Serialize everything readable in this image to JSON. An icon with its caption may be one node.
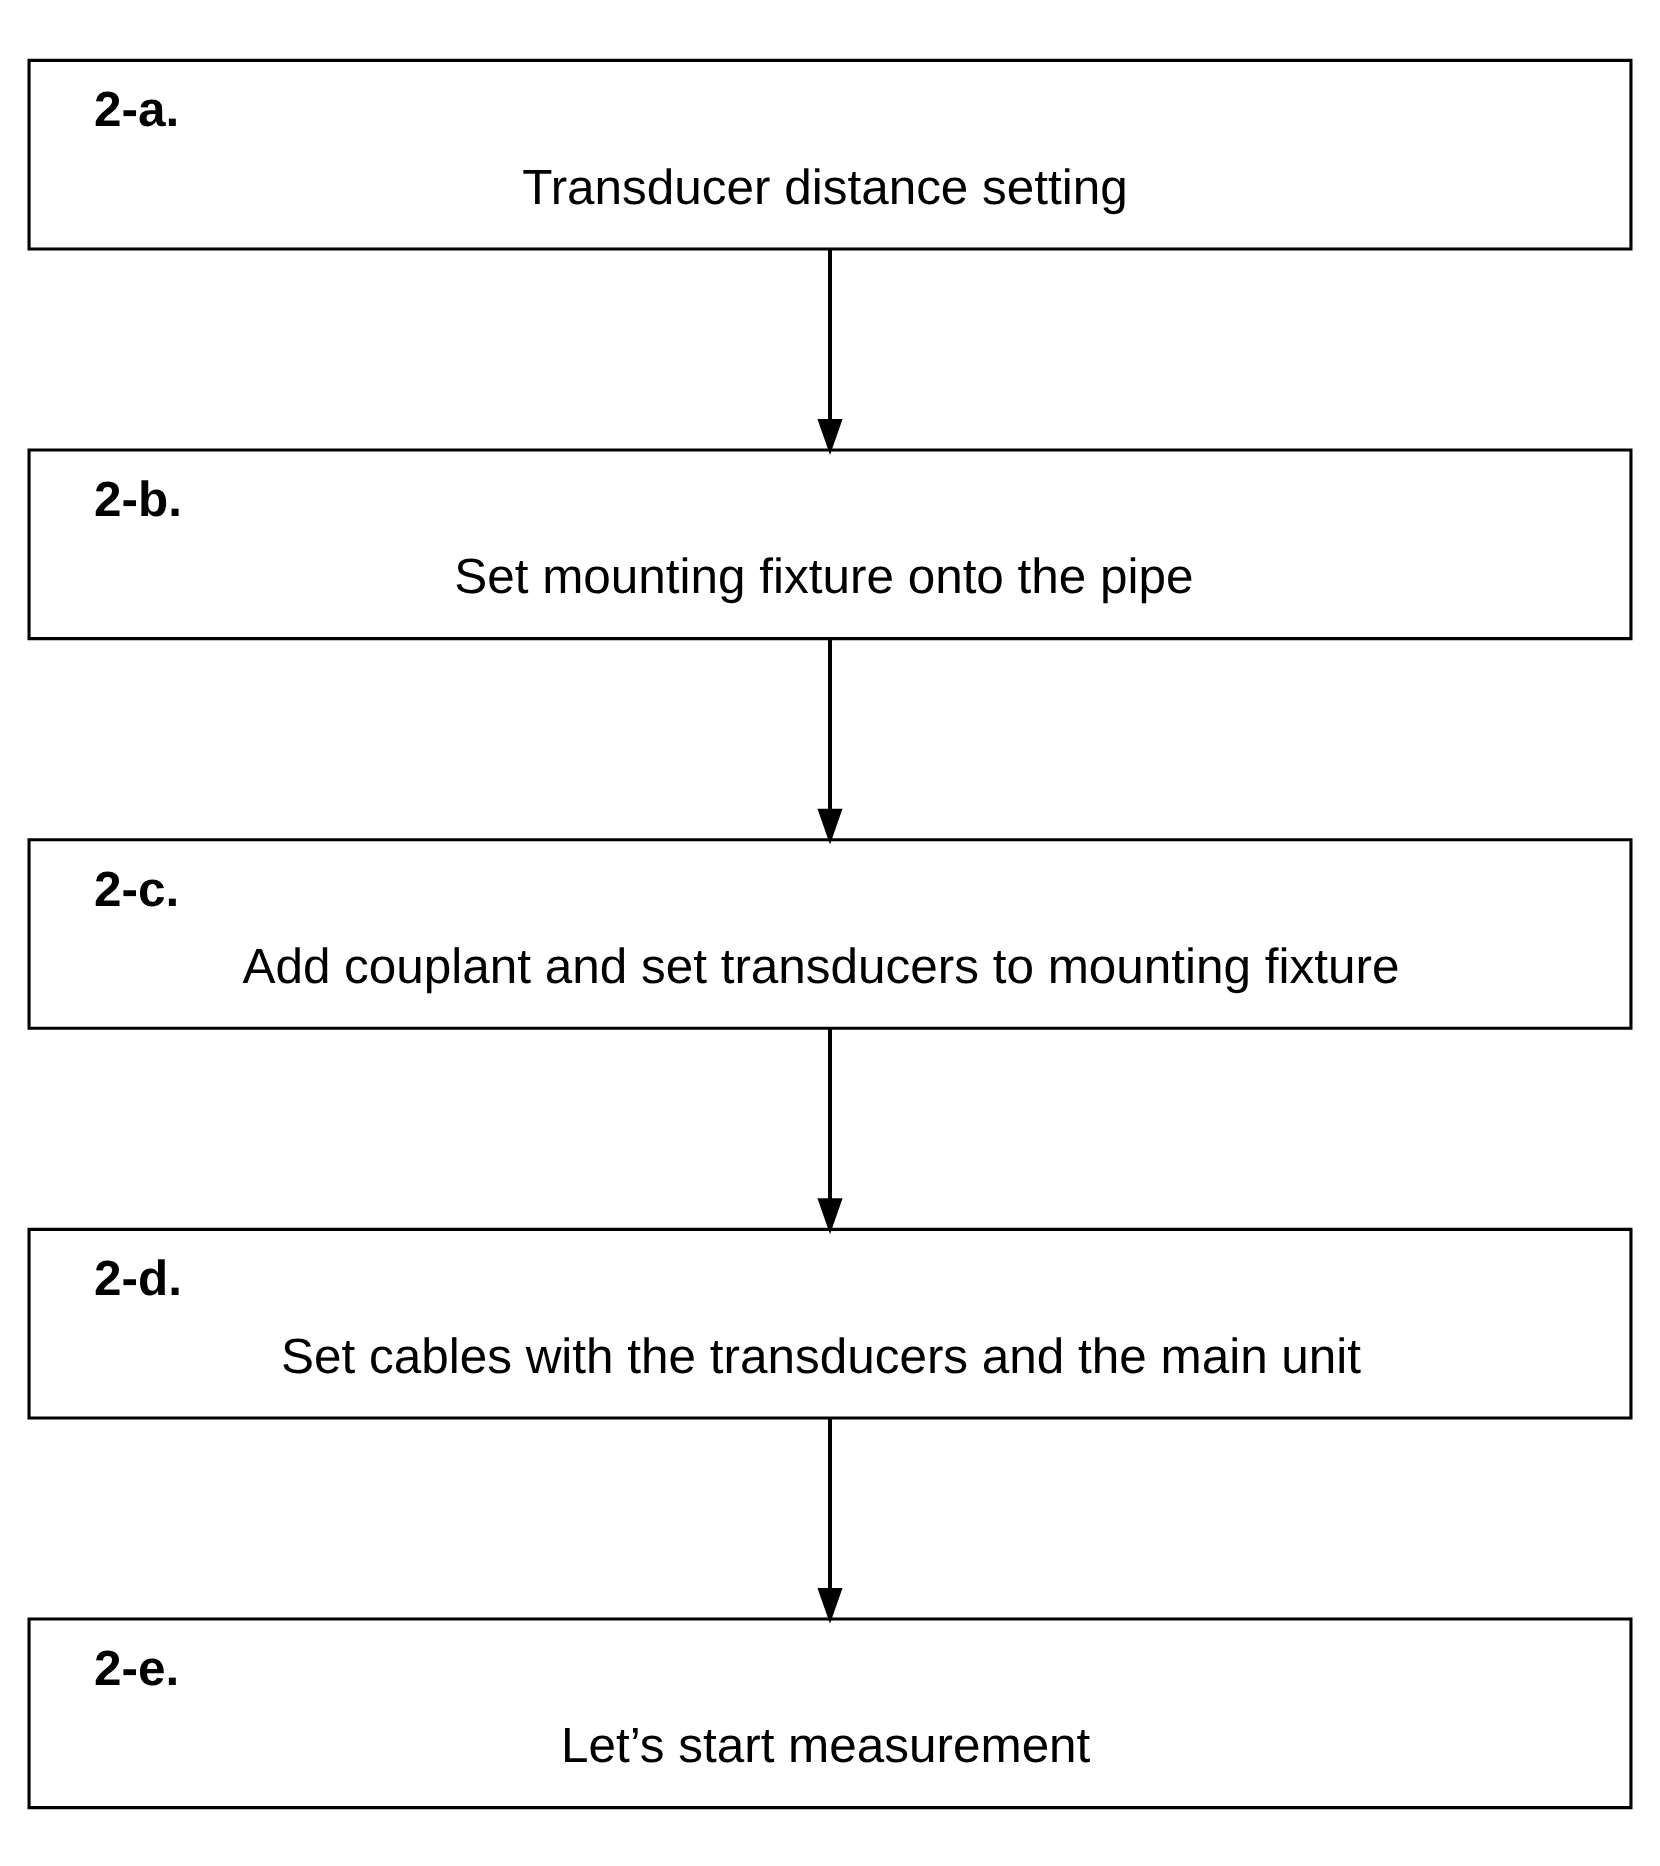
{
  "diagram": {
    "nodes": [
      {
        "text": [
          "2-a.",
          "Transducer distance setting"
        ]
      },
      {
        "text": [
          "2-b.",
          "Set mounting fixture onto the pipe"
        ]
      },
      {
        "text": [
          "2-c.",
          "Add couplant and set transducers to mounting fixture"
        ]
      },
      {
        "text": [
          "2-d.",
          "Set cables with the transducers and the main unit"
        ]
      },
      {
        "text": [
          "2-e.",
          "Let’s start measurement"
        ]
      }
    ],
    "edges": [
      {
        "from": 0,
        "to": 1,
        "arrow": "to"
      },
      {
        "from": 1,
        "to": 2,
        "arrow": "to"
      },
      {
        "from": 2,
        "to": 3,
        "arrow": "to"
      },
      {
        "from": 3,
        "to": 4,
        "arrow": "to"
      }
    ]
  }
}
